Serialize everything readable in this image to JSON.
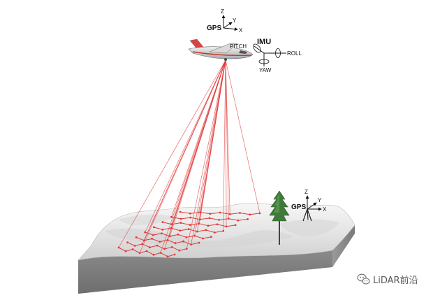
{
  "aircraft_gps": {
    "label": "GPS",
    "axis_z": "Z",
    "axis_y": "Y",
    "axis_x": "X"
  },
  "imu": {
    "label": "IMU",
    "pitch": "PITCH",
    "roll": "ROLL",
    "yaw": "YAW"
  },
  "ground_gps": {
    "label": "GPS",
    "axis_z": "Z",
    "axis_y": "Y",
    "axis_x": "X"
  },
  "watermark": {
    "text": "LiDAR前沿"
  },
  "colors": {
    "laser": "#e23a3a",
    "terrain_top": "#e9e9e9",
    "terrain_side": "#7d7d7d",
    "tree": "#3f7a3a",
    "aircraft_stripe": "#c0392b"
  }
}
